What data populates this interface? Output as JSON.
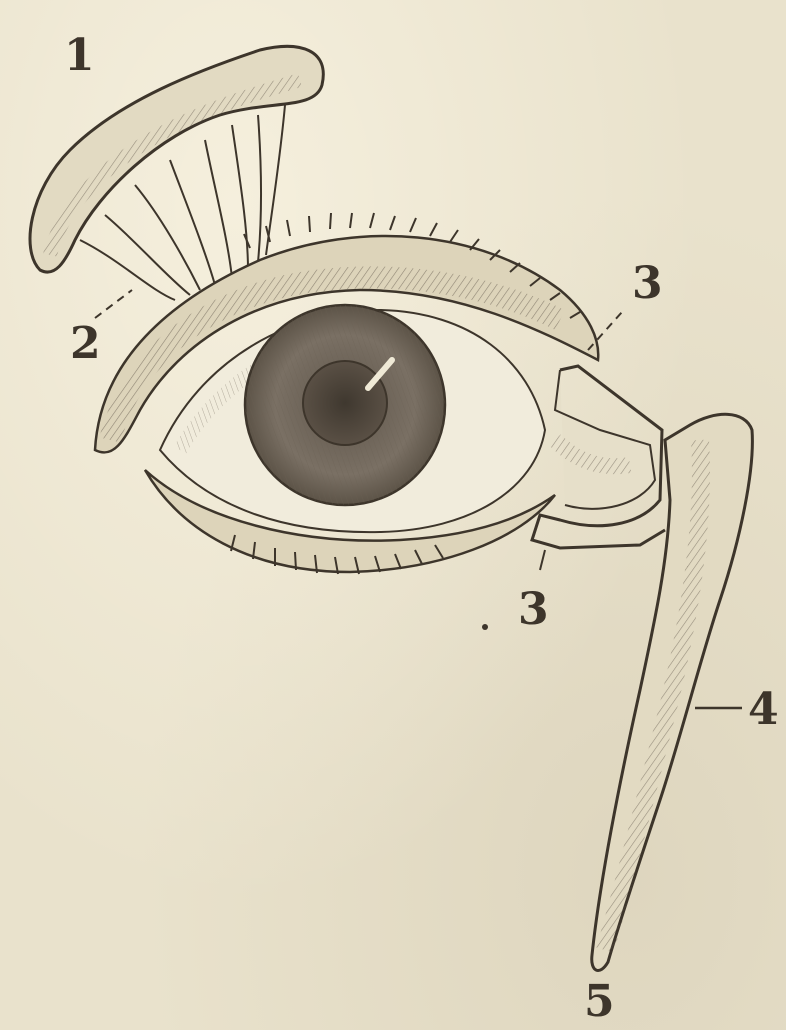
{
  "labels": {
    "gland": "1",
    "ducts": "2",
    "puncta_upper": "3",
    "puncta_lower": "3",
    "nasal_duct": "4",
    "duct_outlet": "5"
  },
  "colors": {
    "paper": "#e9e2cc",
    "ink": "#3d352b",
    "iris": "#7a7064",
    "pupil": "#4e463c"
  }
}
